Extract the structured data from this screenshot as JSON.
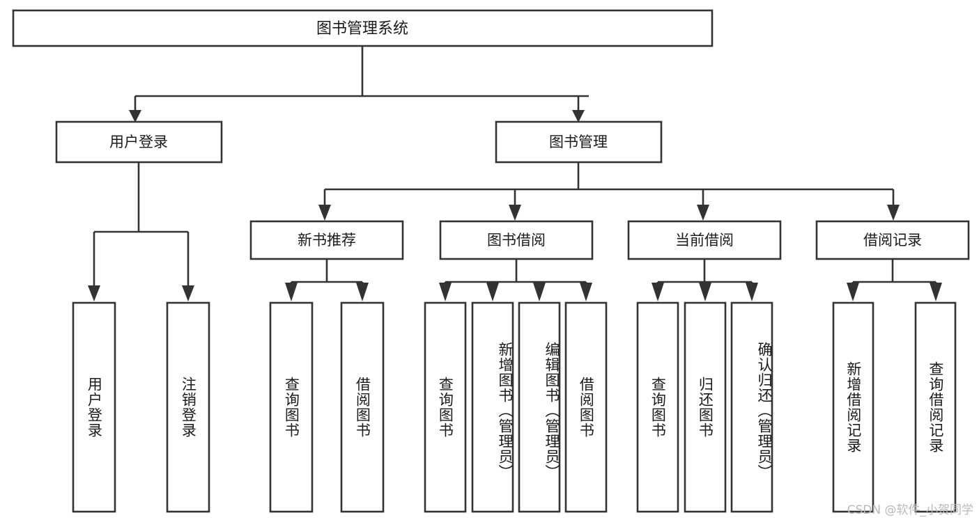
{
  "diagram": {
    "title": "图书管理系统",
    "type": "tree-hierarchy",
    "watermark": "CSDN @软件_小贺同学",
    "colors": {
      "stroke": "#333333",
      "box_fill": "#ffffff",
      "text": "#1a1a1a",
      "background": "#ffffff",
      "watermark": "#b9b9b9"
    },
    "root": {
      "label": "图书管理系统"
    },
    "level2": [
      {
        "id": "user-login",
        "label": "用户登录"
      },
      {
        "id": "book-manage",
        "label": "图书管理"
      }
    ],
    "level3": [
      {
        "id": "new-book-recommend",
        "label": "新书推荐",
        "parent": "book-manage"
      },
      {
        "id": "book-borrow",
        "label": "图书借阅",
        "parent": "book-manage"
      },
      {
        "id": "current-borrow",
        "label": "当前借阅",
        "parent": "book-manage"
      },
      {
        "id": "borrow-record",
        "label": "借阅记录",
        "parent": "book-manage"
      }
    ],
    "leaves": {
      "user-login": [
        {
          "id": "leaf-user-login",
          "label": "用户登录"
        },
        {
          "id": "leaf-user-logout",
          "label": "注销登录"
        }
      ],
      "new-book-recommend": [
        {
          "id": "leaf-query-book-1",
          "label": "查询图书"
        },
        {
          "id": "leaf-borrow-book-1",
          "label": "借阅图书"
        }
      ],
      "book-borrow": [
        {
          "id": "leaf-query-book-2",
          "label": "查询图书"
        },
        {
          "id": "leaf-add-book",
          "label": "新增图书（管理员）"
        },
        {
          "id": "leaf-edit-book",
          "label": "编辑图书（管理员）"
        },
        {
          "id": "leaf-borrow-book-2",
          "label": "借阅图书"
        }
      ],
      "current-borrow": [
        {
          "id": "leaf-query-book-3",
          "label": "查询图书"
        },
        {
          "id": "leaf-return-book",
          "label": "归还图书"
        },
        {
          "id": "leaf-confirm-return",
          "label": "确认归还（管理员）"
        }
      ],
      "borrow-record": [
        {
          "id": "leaf-add-record",
          "label": "新增借阅记录"
        },
        {
          "id": "leaf-query-record",
          "label": "查询借阅记录"
        }
      ]
    }
  }
}
